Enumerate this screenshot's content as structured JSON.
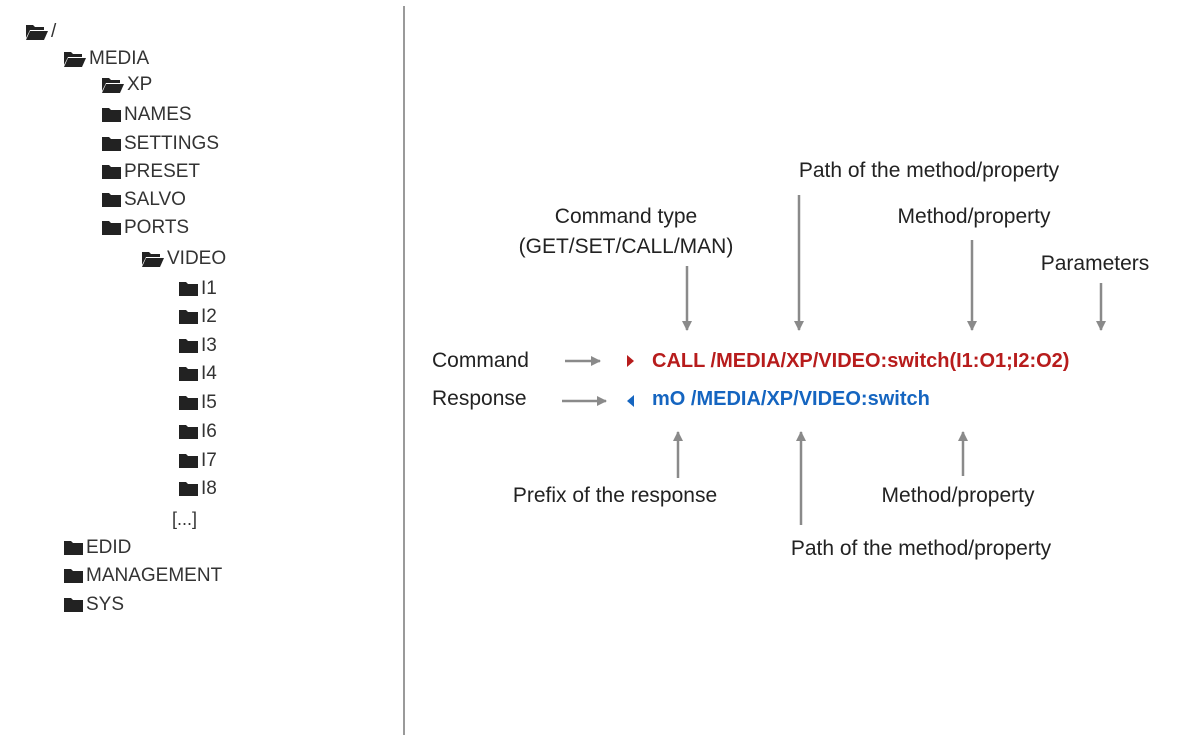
{
  "tree": {
    "root": "/",
    "media": "MEDIA",
    "xp": "XP",
    "names": "NAMES",
    "settings": "SETTINGS",
    "preset": "PRESET",
    "salvo": "SALVO",
    "ports": "PORTS",
    "video": "VIDEO",
    "inputs": [
      "I1",
      "I2",
      "I3",
      "I4",
      "I5",
      "I6",
      "I7",
      "I8"
    ],
    "more": "[...]",
    "edid": "EDID",
    "management": "MANAGEMENT",
    "sys": "SYS"
  },
  "diagram": {
    "path_top": "Path of the method/property",
    "command_type_line1": "Command type",
    "command_type_line2": "(GET/SET/CALL/MAN)",
    "method_top": "Method/property",
    "parameters": "Parameters",
    "command_label": "Command",
    "response_label": "Response",
    "command_text": "CALL /MEDIA/XP/VIDEO:switch(I1:O1;I2:O2)",
    "response_text": "mO /MEDIA/XP/VIDEO:switch",
    "prefix_label": "Prefix of the response",
    "method_bottom": "Method/property",
    "path_bottom": "Path of the method/property"
  },
  "colors": {
    "command": "#b71c1c",
    "response": "#1565c0",
    "arrow": "#8a8a8a",
    "folder": "#222222"
  },
  "icons": {
    "open_folder": "folder-open-icon",
    "closed_folder": "folder-icon",
    "command_marker": "triangle-right-icon",
    "response_marker": "triangle-left-icon"
  }
}
